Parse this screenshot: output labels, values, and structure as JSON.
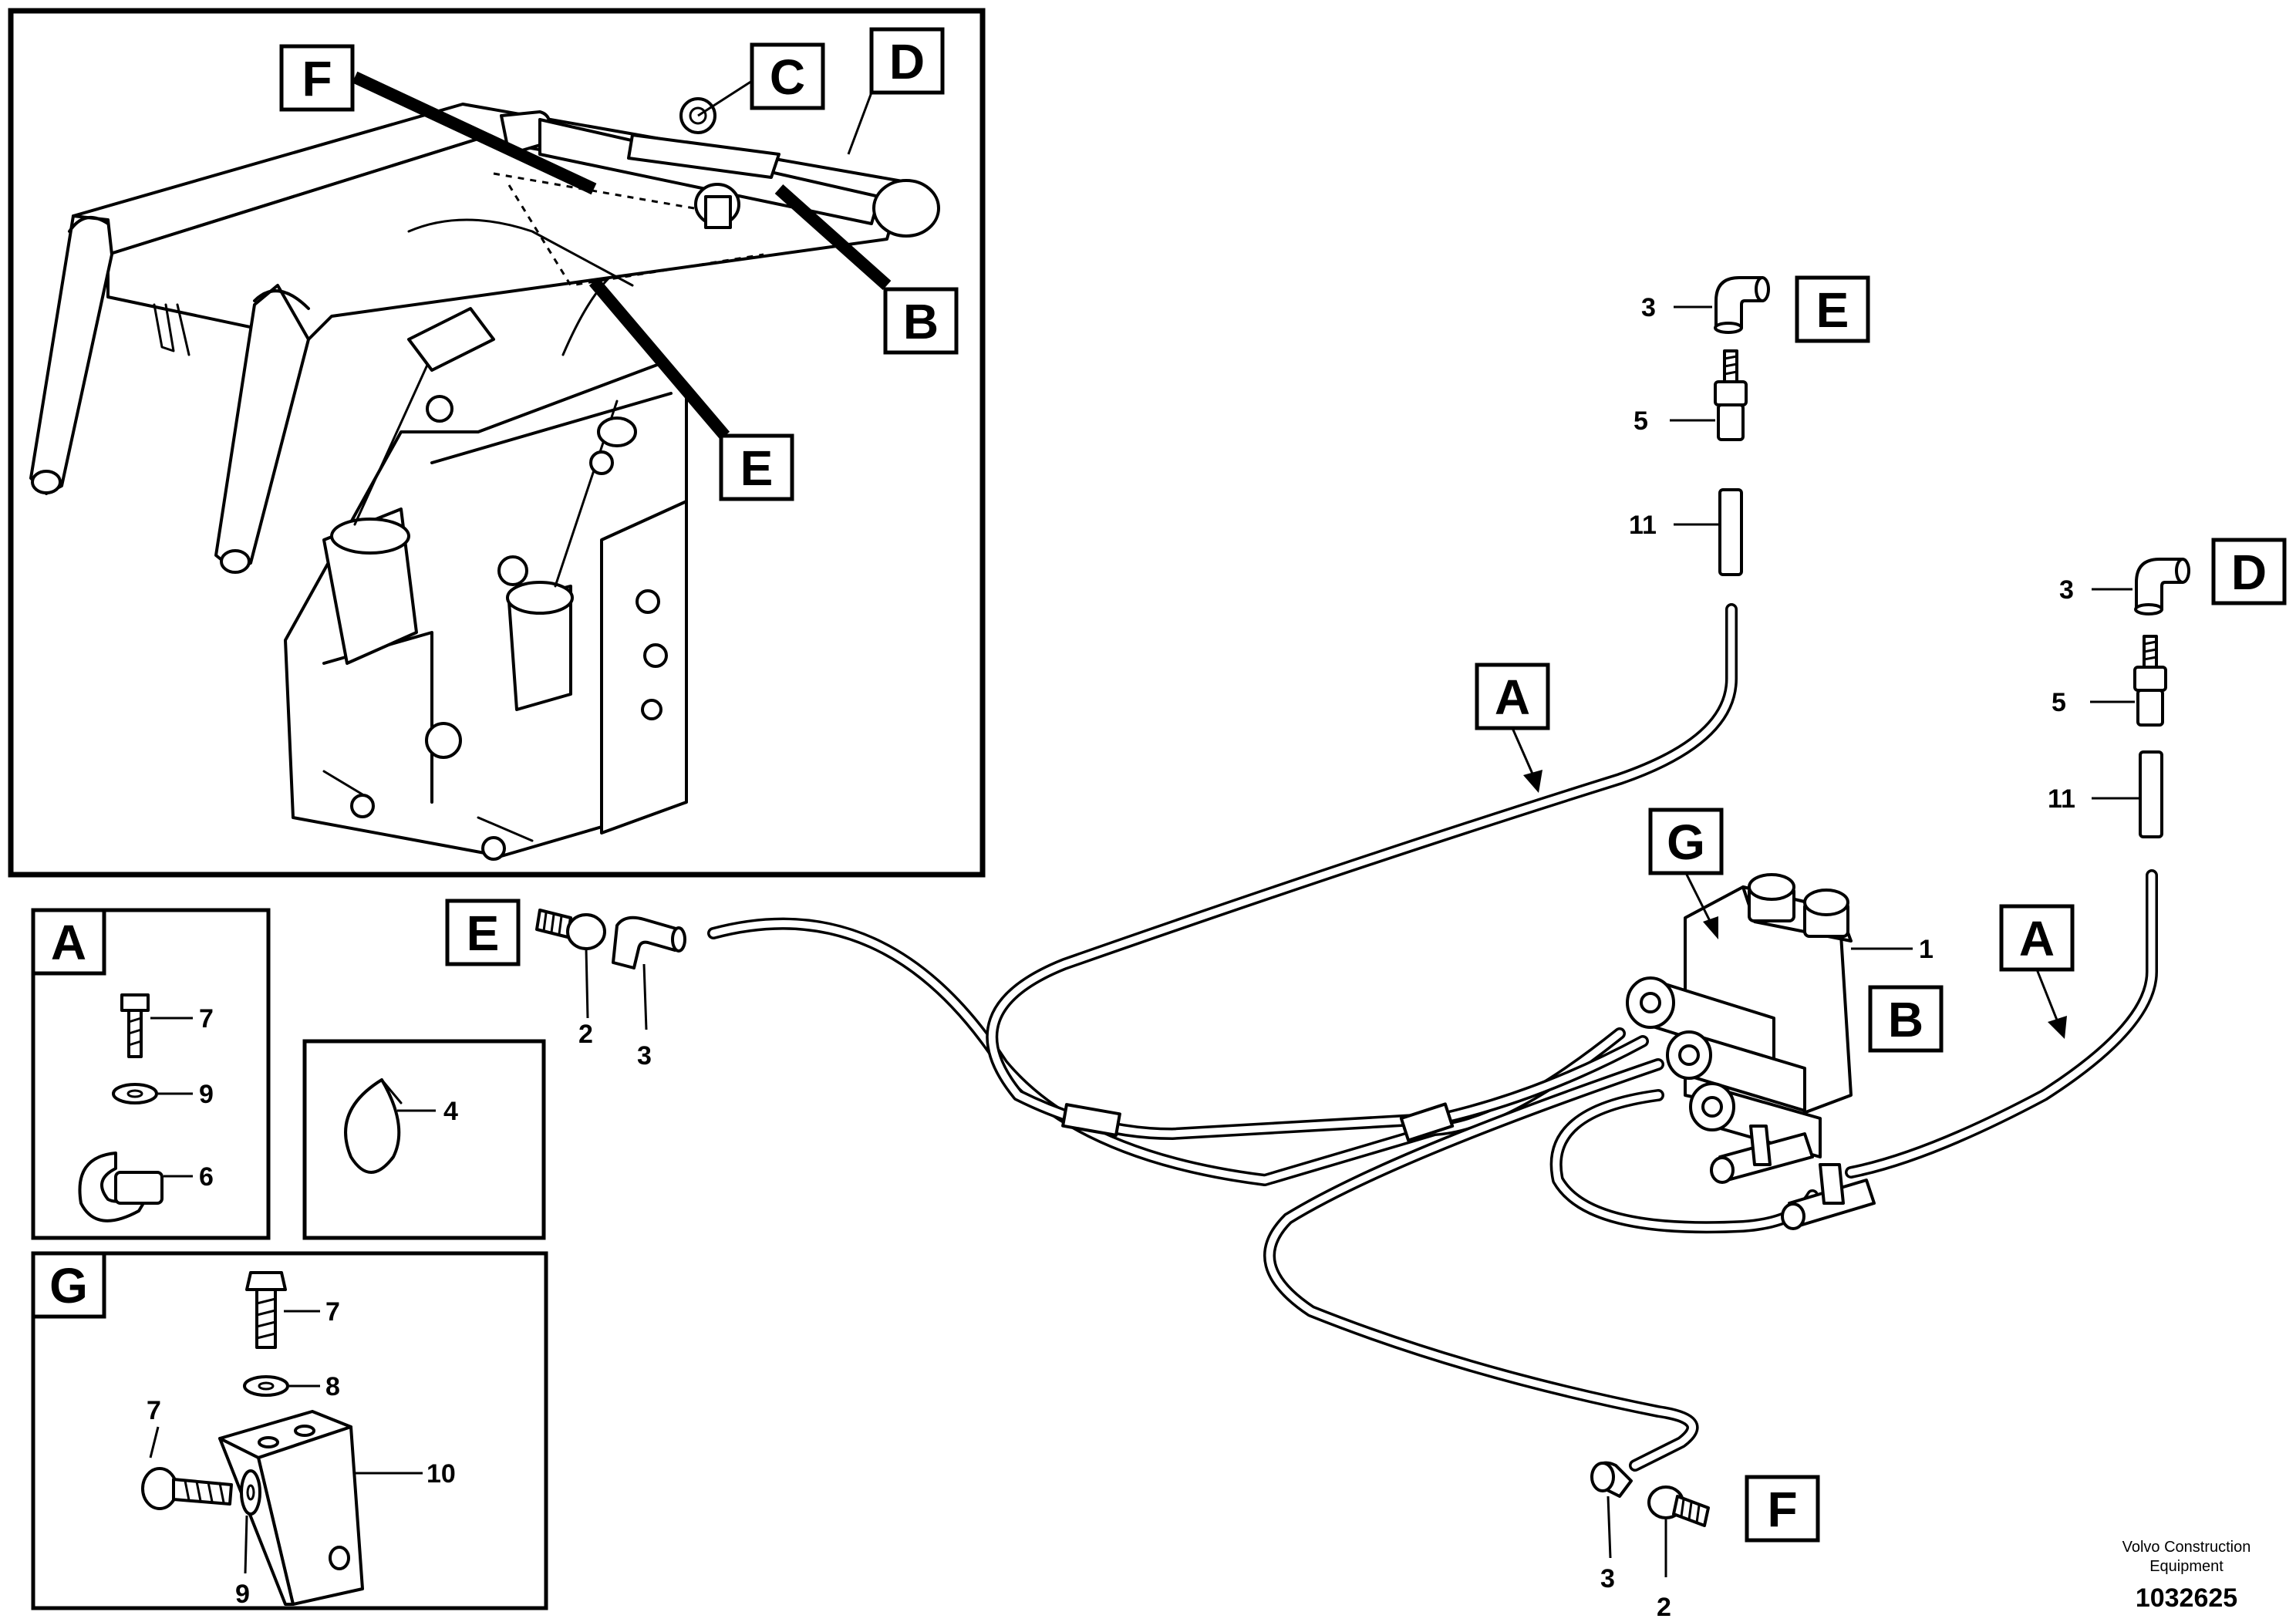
{
  "labels": {
    "A": "A",
    "B": "B",
    "C": "C",
    "D": "D",
    "E": "E",
    "F": "F",
    "G": "G"
  },
  "parts": {
    "p1": "1",
    "p2": "2",
    "p3": "3",
    "p4": "4",
    "p5": "5",
    "p6": "6",
    "p7": "7",
    "p8": "8",
    "p9": "9",
    "p10": "10",
    "p11": "11"
  },
  "footer": {
    "credit_line1": "Volvo Construction",
    "credit_line2": "Equipment",
    "reference": "1032625"
  }
}
